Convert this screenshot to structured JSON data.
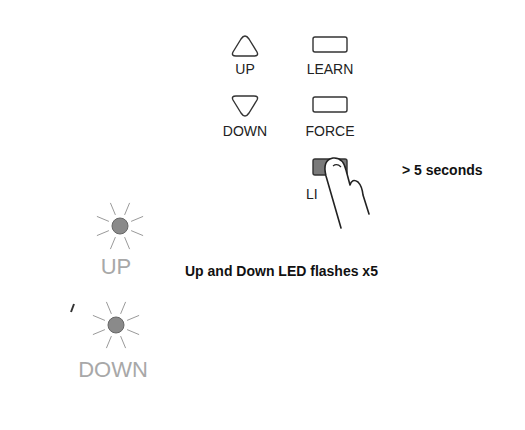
{
  "diagram": {
    "labels": [
      "UP",
      "LEARN",
      "DOWN",
      "FORCE",
      "LI",
      "> 5 seconds",
      "UP",
      "Up and Down LED flashes x5",
      "DOWN"
    ]
  }
}
